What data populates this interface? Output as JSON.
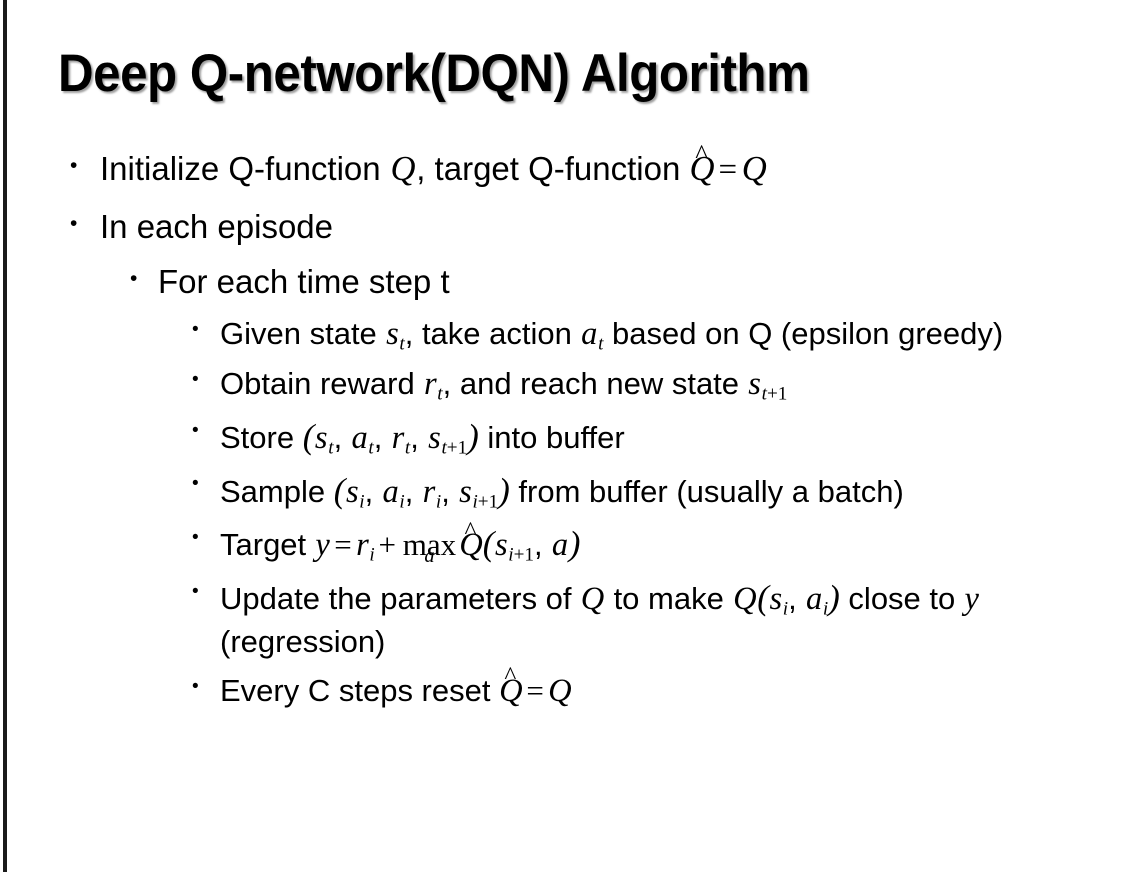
{
  "slide": {
    "title": "Deep Q-network(DQN) Algorithm",
    "background_color": "#ffffff",
    "text_color": "#000000",
    "accent_rule_color": "#1a1a1a",
    "bullet_glyph": "•"
  },
  "content": {
    "b1": {
      "level": 1,
      "pre": "Initialize Q-function ",
      "var_q1": "Q",
      "mid": ", target Q-function ",
      "hat_q": "Q",
      "hat": "^",
      "eq": "=",
      "var_q2": "Q"
    },
    "b2": {
      "level": 1,
      "text": "In each episode"
    },
    "b3": {
      "level": 2,
      "text": "For each time step t"
    },
    "b4": {
      "level": 3,
      "pre": "Given state ",
      "var_s": "s",
      "sub_s": "t",
      "mid": ", take action ",
      "var_a": "a",
      "sub_a": "t",
      "post": " based on Q (epsilon greedy)"
    },
    "b5": {
      "level": 3,
      "pre": "Obtain reward ",
      "var_r": "r",
      "sub_r": "t",
      "mid": ", and reach new state ",
      "var_s": "s",
      "sub_s_italic": "t",
      "sub_s_upright": "+1"
    },
    "b6": {
      "level": 3,
      "pre": "Store ",
      "lparen": "(",
      "var_s1": "s",
      "sub_s1": "t",
      "c1": ", ",
      "var_a": "a",
      "sub_a": "t",
      "c2": ", ",
      "var_r": "r",
      "sub_r": "t",
      "c3": ", ",
      "var_s2": "s",
      "sub_s2_italic": "t",
      "sub_s2_upright": "+1",
      "rparen": ")",
      "post": " into buffer"
    },
    "b7": {
      "level": 3,
      "pre": "Sample ",
      "lparen": "(",
      "var_s1": "s",
      "sub_s1": "i",
      "c1": ", ",
      "var_a": "a",
      "sub_a": "i",
      "c2": ", ",
      "var_r": "r",
      "sub_r": "i",
      "c3": ", ",
      "var_s2": "s",
      "sub_s2_italic": "i",
      "sub_s2_upright": "+1",
      "rparen": ")",
      "post": " from buffer (usually a batch)"
    },
    "b8": {
      "level": 3,
      "pre": "Target ",
      "var_y": "y",
      "eq": "=",
      "var_r": "r",
      "sub_r": "i",
      "plus": "+",
      "max_label": "max",
      "max_under": "a",
      "hat_q": "Q",
      "hat": "^",
      "lparen": "(",
      "var_s": "s",
      "sub_s_italic": "i",
      "sub_s_upright": "+1",
      "comma": ", ",
      "var_a": "a",
      "rparen": ")"
    },
    "b9": {
      "level": 3,
      "pre": "Update the parameters of ",
      "var_q1": "Q",
      "mid": " to make ",
      "var_q2": "Q",
      "lparen": "(",
      "var_s": "s",
      "sub_s": "i",
      "comma": ", ",
      "var_a": "a",
      "sub_a": "i",
      "rparen": ")",
      "post": " close to ",
      "var_y": "y",
      "tail": " (regression)"
    },
    "b10": {
      "level": 3,
      "pre": "Every C steps reset ",
      "hat_q": "Q",
      "hat": "^",
      "eq": "=",
      "var_q": "Q"
    }
  }
}
